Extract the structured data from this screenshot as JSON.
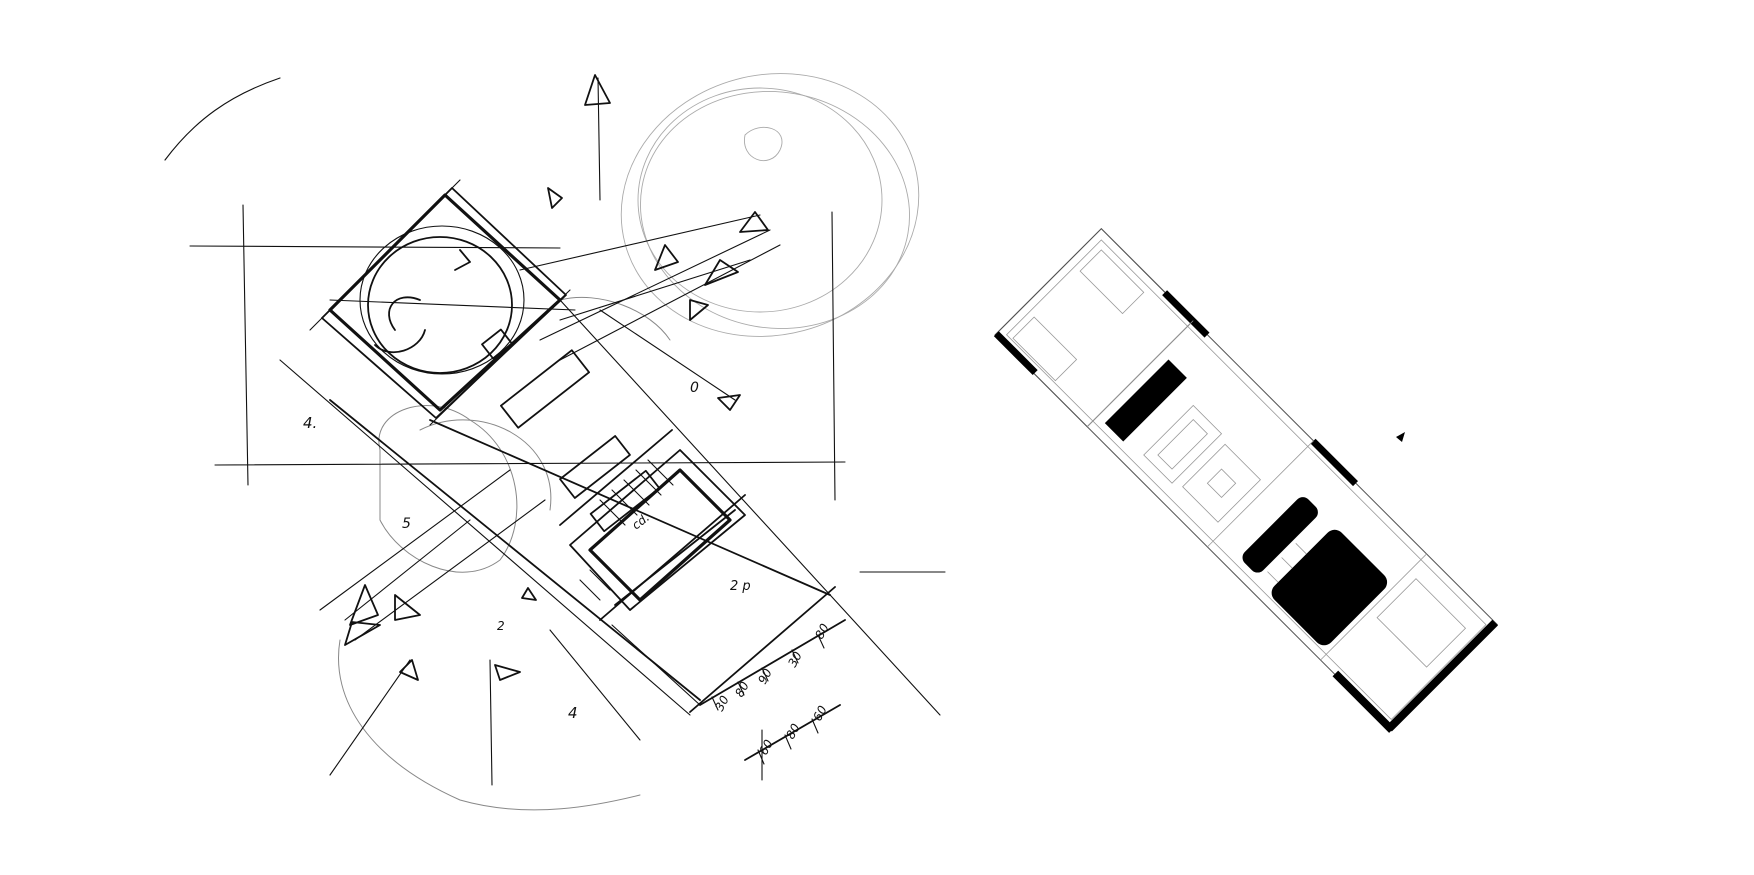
{
  "sketch": {
    "dimension_marks_upper": [
      "30",
      "80",
      "90",
      "30",
      "80"
    ],
    "dimension_marks_lower": [
      "60",
      "80",
      "60"
    ],
    "labels": [
      "4.",
      "5",
      "2",
      "4",
      "2 p",
      "0",
      "cd."
    ]
  },
  "colors": {
    "ink": "#111111",
    "plan_line": "#555555",
    "wall_fill": "#000000",
    "background": "#ffffff"
  }
}
